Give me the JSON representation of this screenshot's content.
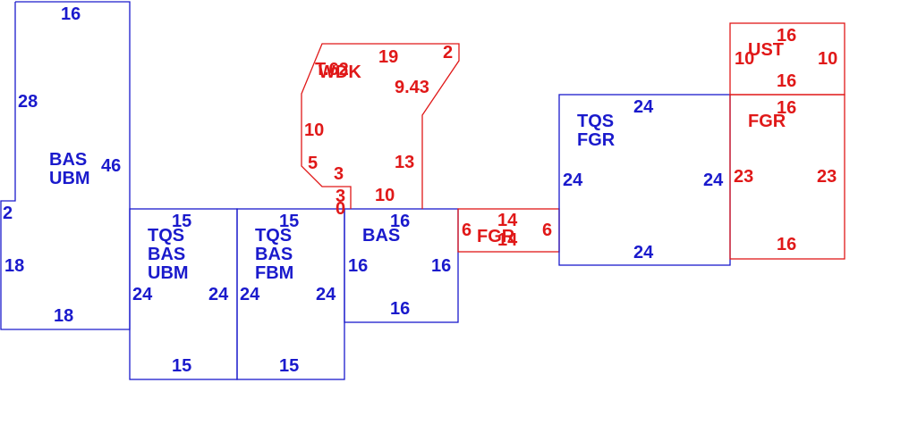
{
  "colors": {
    "blue": "#1a1acc",
    "red": "#e01818",
    "background": "#ffffff"
  },
  "areas": [
    {
      "id": "area-bas-ubm-left",
      "color": "blue",
      "labels": [
        "BAS",
        "UBM"
      ],
      "dimensions": [
        "16",
        "28",
        "46",
        "2",
        "18",
        "18"
      ]
    },
    {
      "id": "area-tqs-bas-ubm",
      "color": "blue",
      "labels": [
        "TQS",
        "BAS",
        "UBM"
      ],
      "dimensions": [
        "15",
        "24",
        "24",
        "15"
      ]
    },
    {
      "id": "area-tqs-bas-fbm",
      "color": "blue",
      "labels": [
        "TQS",
        "BAS",
        "FBM"
      ],
      "dimensions": [
        "15",
        "24",
        "24",
        "15"
      ]
    },
    {
      "id": "area-bas-center",
      "color": "blue",
      "labels": [
        "BAS"
      ],
      "dimensions": [
        "16",
        "16",
        "16",
        "16"
      ]
    },
    {
      "id": "area-wdk",
      "color": "red",
      "labels": [
        "WDK",
        "T.62"
      ],
      "dimensions": [
        "19",
        "2",
        "9.43",
        "10",
        "13",
        "5",
        "3",
        "3",
        "10",
        "0"
      ]
    },
    {
      "id": "area-fgr-connector",
      "color": "red",
      "labels": [
        "FGR"
      ],
      "dimensions": [
        "6",
        "14",
        "14",
        "6"
      ]
    },
    {
      "id": "area-tqs-fgr",
      "color": "blue",
      "labels": [
        "TQS",
        "FGR"
      ],
      "dimensions": [
        "24",
        "24",
        "24",
        "24"
      ]
    },
    {
      "id": "area-ust",
      "color": "red",
      "labels": [
        "UST"
      ],
      "dimensions": [
        "16",
        "10",
        "10",
        "16"
      ]
    },
    {
      "id": "area-fgr-right",
      "color": "red",
      "labels": [
        "FGR"
      ],
      "dimensions": [
        "16",
        "23",
        "23",
        "16"
      ]
    }
  ]
}
